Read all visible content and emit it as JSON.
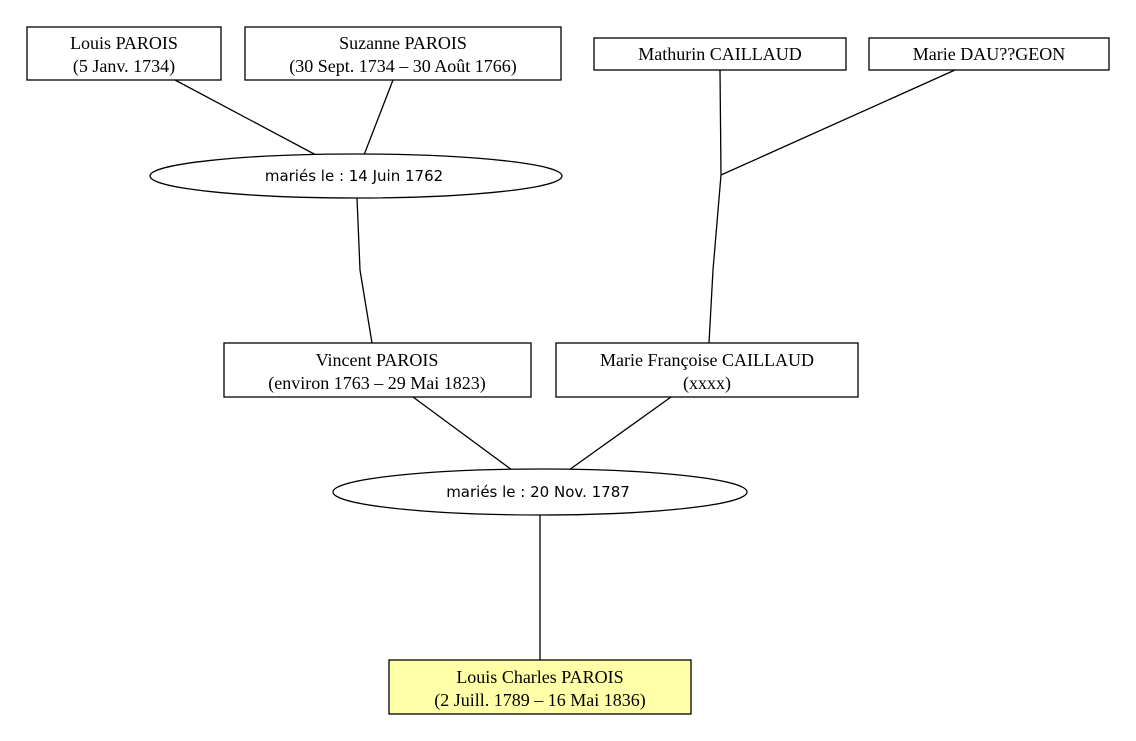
{
  "persons": {
    "louis": {
      "name": "Louis PAROIS",
      "dates": "(5 Janv. 1734)"
    },
    "suzanne": {
      "name": "Suzanne PAROIS",
      "dates": "(30 Sept. 1734 – 30 Août 1766)"
    },
    "mathurin": {
      "name": "Mathurin CAILLAUD",
      "dates": ""
    },
    "marie_dau": {
      "name": "Marie DAU??GEON",
      "dates": ""
    },
    "vincent": {
      "name": "Vincent PAROIS",
      "dates": "(environ 1763 – 29 Mai 1823)"
    },
    "marie_francoise": {
      "name": "Marie Françoise CAILLAUD",
      "dates": "(xxxx)"
    },
    "louis_charles": {
      "name": "Louis Charles PAROIS",
      "dates": "(2 Juill. 1789 – 16 Mai 1836)"
    }
  },
  "unions": {
    "u1762": {
      "label": "mariés le : 14 Juin 1762"
    },
    "u1787": {
      "label": "mariés le : 20 Nov. 1787"
    }
  },
  "colors": {
    "box_fill": "#ffffff",
    "highlight_fill": "#ffffa8",
    "line": "#000000"
  }
}
